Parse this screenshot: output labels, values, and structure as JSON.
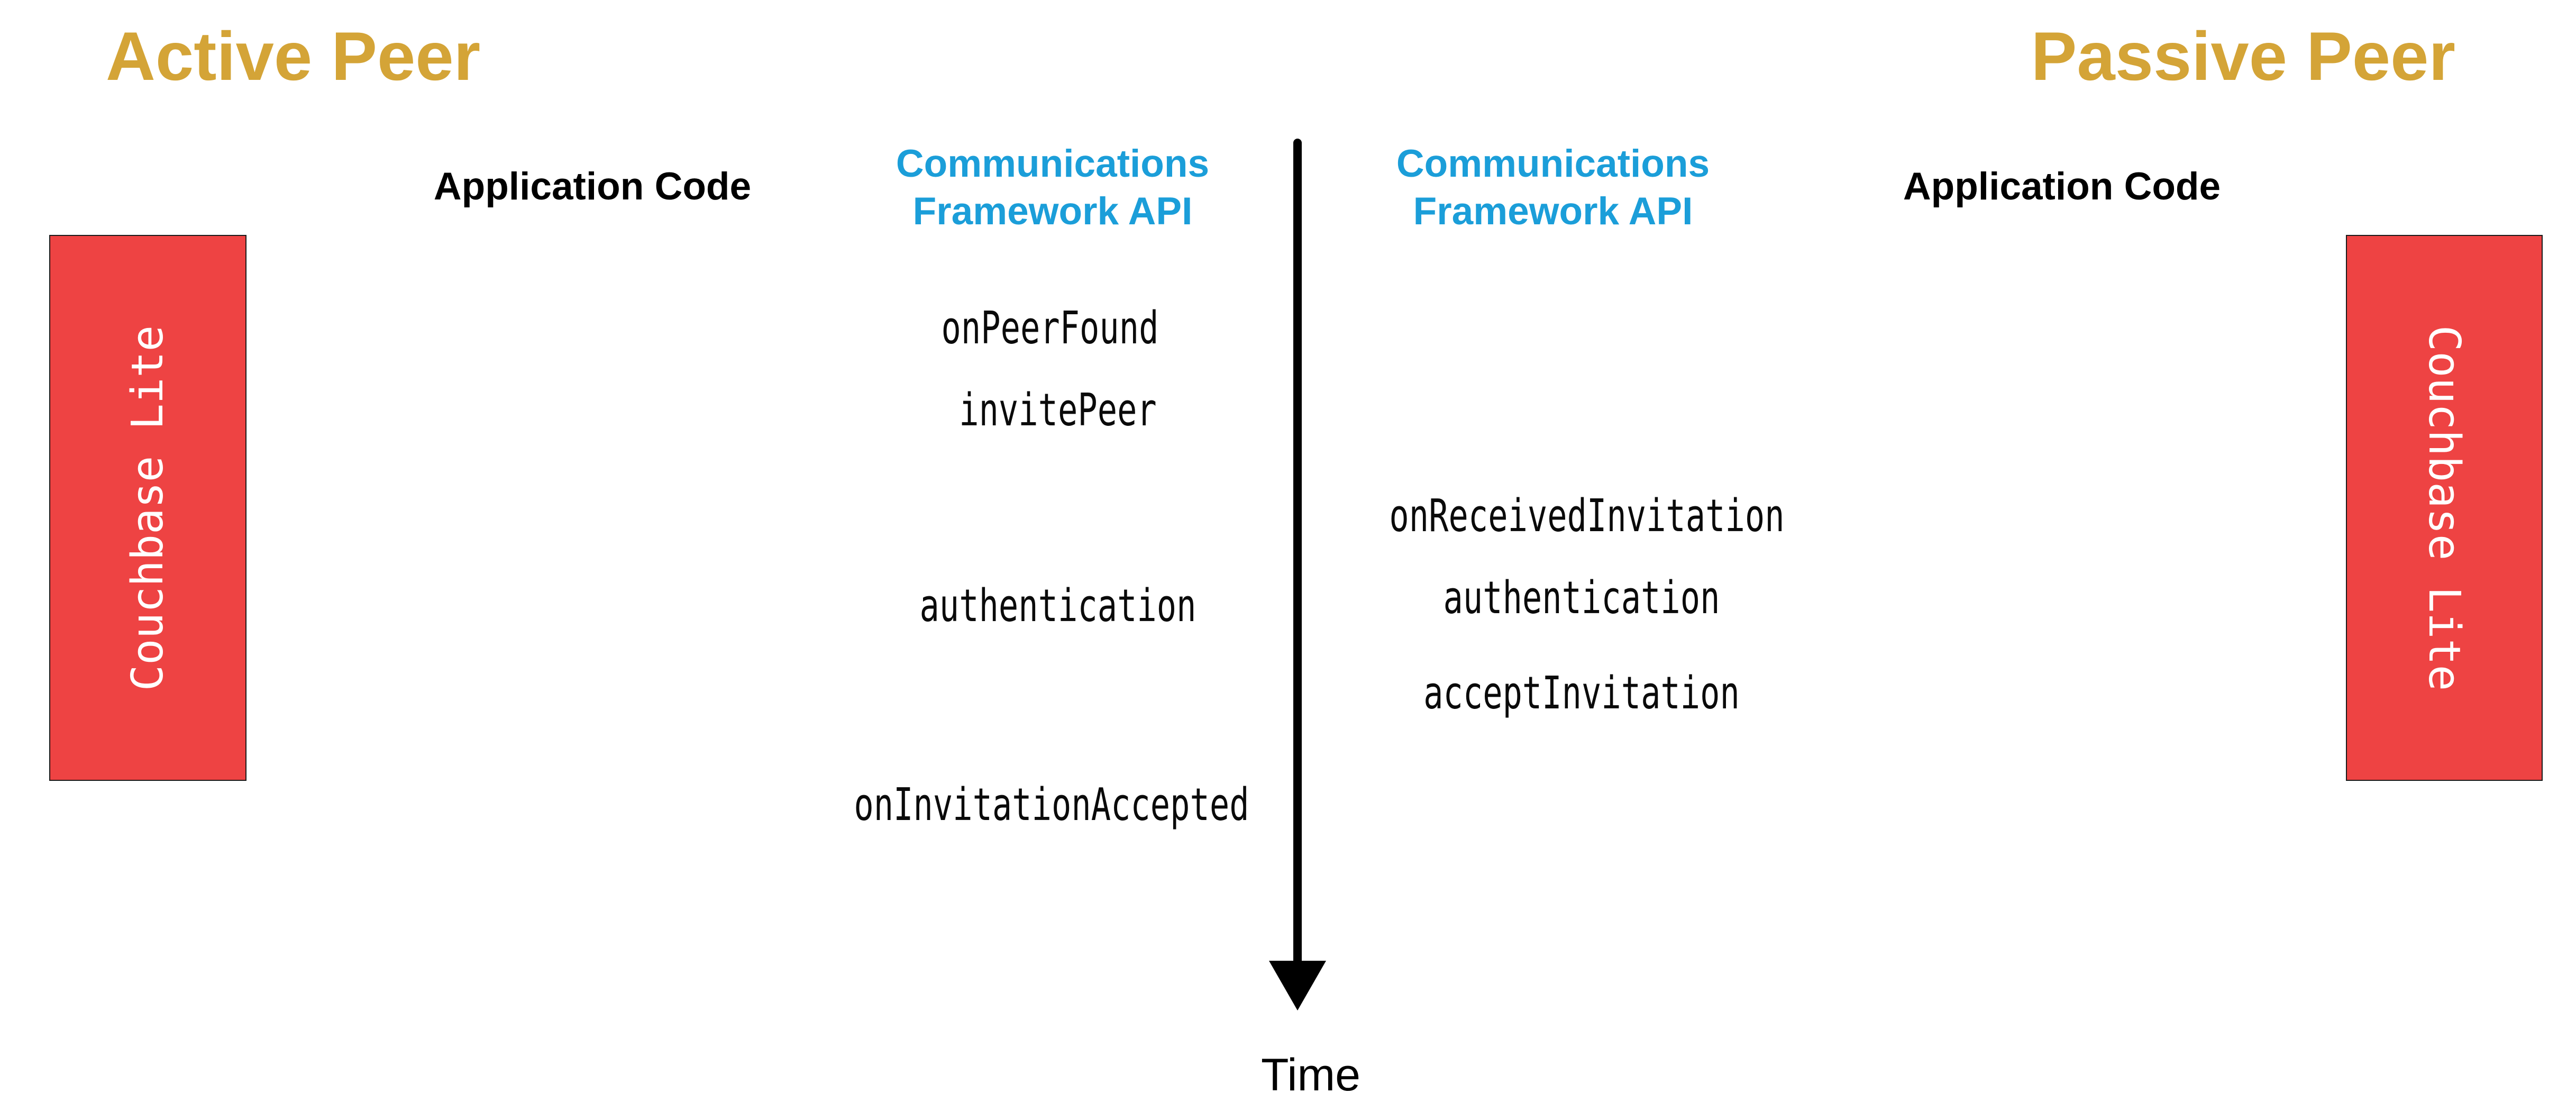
{
  "diagram": {
    "title_active": "Active Peer",
    "title_passive": "Passive Peer",
    "active_side": {
      "app_code_label": "Application Code",
      "api_label_line1": "Communications",
      "api_label_line2": "Framework API",
      "couchbase_box_label": "Couchbase Lite",
      "events": [
        "onPeerFound",
        "invitePeer",
        "authentication",
        "onInvitationAccepted"
      ]
    },
    "passive_side": {
      "app_code_label": "Application Code",
      "api_label_line1": "Communications",
      "api_label_line2": "Framework API",
      "couchbase_box_label": "Couchbase Lite",
      "events": [
        "onReceivedInvitation",
        "authentication",
        "acceptInvitation"
      ]
    },
    "time_axis": {
      "label": "Time"
    },
    "colors": {
      "title_gold": "#D4A437",
      "api_blue": "#1B9ED9",
      "couchbase_red": "#EE4343",
      "ink_black": "#000000"
    }
  }
}
